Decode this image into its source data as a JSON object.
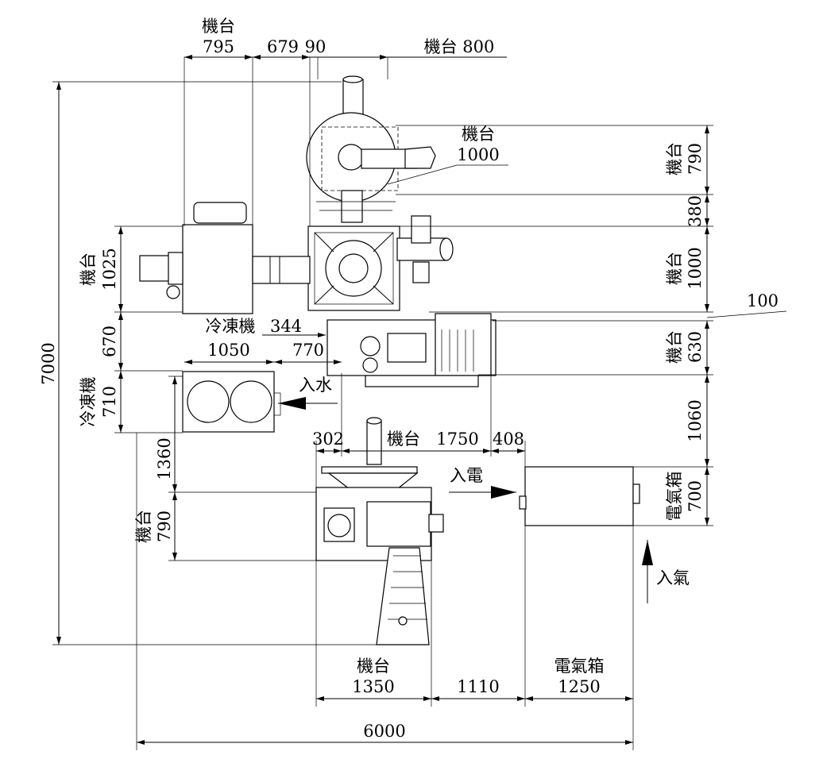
{
  "dims": {
    "top": {
      "m1_label": "機台",
      "m1": "795",
      "d2": "679",
      "d3": "90",
      "m2": "機台  800"
    },
    "left": {
      "total": "7000",
      "m_label": "機台",
      "m": "1025",
      "gap": "670",
      "chiller_label": "冷凍機",
      "chiller": "710",
      "d": "1360",
      "m3_label": "機台",
      "m3": "790"
    },
    "right": {
      "m_label1": "機台",
      "d1": "790",
      "d2": "380",
      "m_label2": "機台",
      "d3": "1000",
      "d4": "100",
      "m_label3": "機台",
      "d5": "630",
      "d6": "1060",
      "box_label": "電氣箱",
      "d7": "700"
    },
    "mid": {
      "chiller_label": "冷凍機",
      "d344": "344",
      "chiller_w": "1050",
      "d770": "770",
      "top_label": "機台",
      "d1000": "1000",
      "d302": "302",
      "m_label": "機台",
      "d1750": "1750",
      "d408": "408"
    },
    "bottom": {
      "m_label": "機台",
      "m": "1350",
      "gap": "1110",
      "box_label": "電氣箱",
      "box": "1250",
      "total": "6000"
    }
  },
  "flows": {
    "water": "入水",
    "power": "入電",
    "air": "入氣"
  }
}
